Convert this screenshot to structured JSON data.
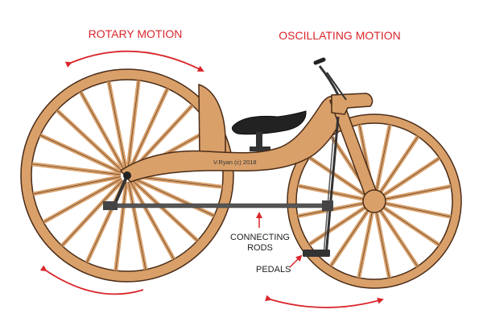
{
  "labels": {
    "rotary_motion": "ROTARY MOTION",
    "oscillating_motion": "OSCILLATING MOTION",
    "connecting_line1": "CONNECTING",
    "connecting_line2": "RODS",
    "pedals": "PEDALS",
    "credit": "V.Ryan (c) 2018"
  },
  "colors": {
    "wood": "#D9A06A",
    "outline": "#4A2C18",
    "arrow": "#D9262B",
    "rod": "#555555",
    "seat": "#222222"
  },
  "wheels": {
    "rear_spokes": 20,
    "front_spokes": 16
  }
}
